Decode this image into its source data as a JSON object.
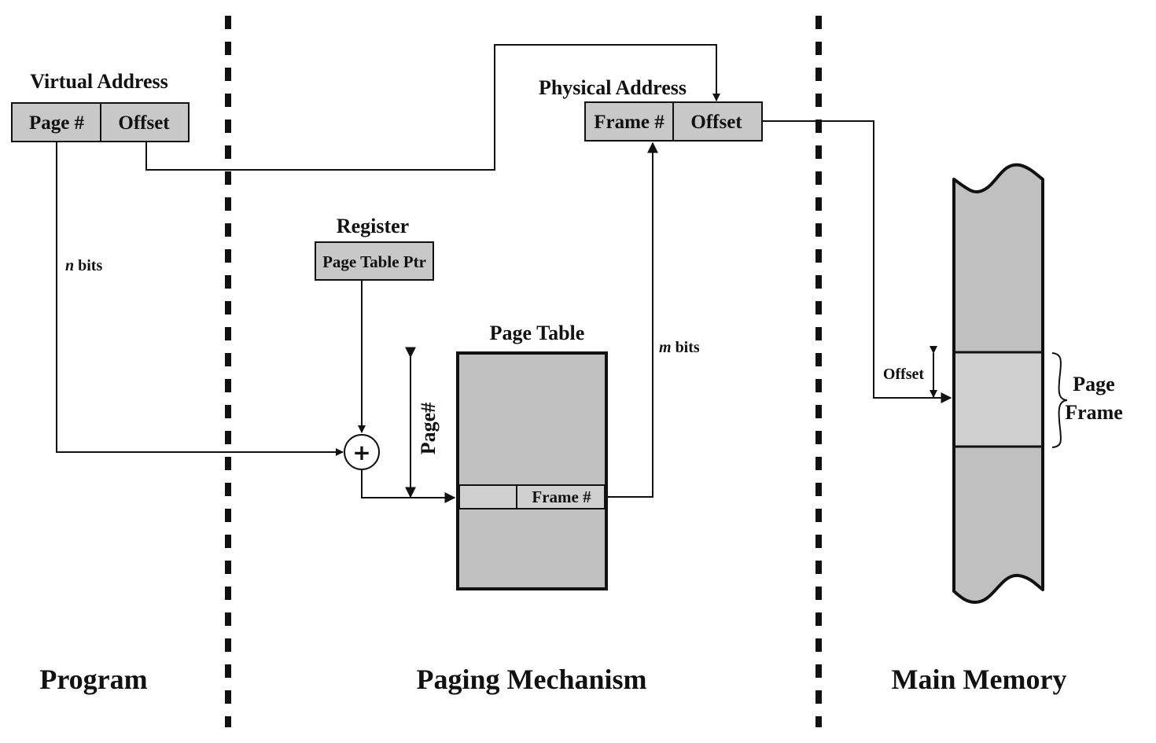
{
  "diagram": {
    "sections": {
      "program": "Program",
      "paging": "Paging Mechanism",
      "memory": "Main Memory"
    },
    "virtual_address": {
      "title": "Virtual Address",
      "field_page": "Page #",
      "field_offset": "Offset"
    },
    "physical_address": {
      "title": "Physical Address",
      "field_frame": "Frame #",
      "field_offset": "Offset"
    },
    "register": {
      "title": "Register",
      "content": "Page Table Ptr"
    },
    "page_table": {
      "title": "Page Table",
      "entry_label": "Frame #",
      "index_label": "Page#"
    },
    "adder_symbol": "+",
    "bit_labels": {
      "n_var": "n",
      "m_var": "m",
      "suffix": " bits"
    },
    "main_memory": {
      "offset_label": "Offset",
      "page_frame_line1": "Page",
      "page_frame_line2": "Frame"
    },
    "colors": {
      "box_fill": "#c8c8c8",
      "table_fill": "#c0c0c0",
      "highlight_fill": "#d0d0d0",
      "ink": "#111111"
    }
  }
}
